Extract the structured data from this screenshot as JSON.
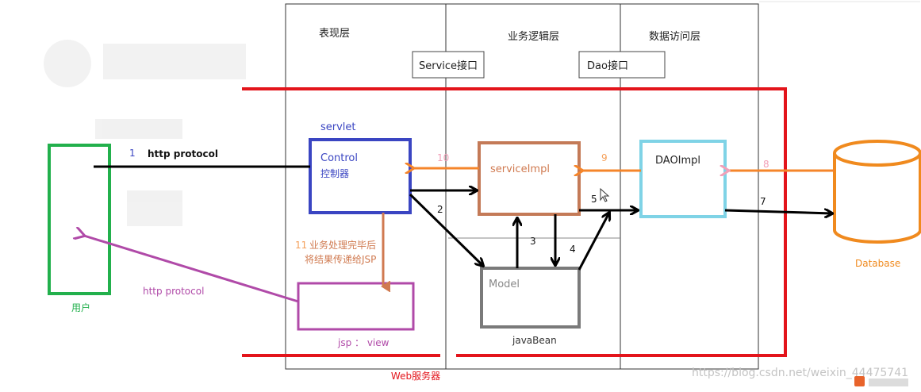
{
  "layers": {
    "presentation": "表现层",
    "business_logic": "业务逻辑层",
    "data_access": "数据访问层"
  },
  "interfaces": {
    "service": "Service接口",
    "dao": "Dao接口"
  },
  "components": {
    "servlet_label": "servlet",
    "control_title": "Control",
    "control_subtitle": "控制器",
    "service_impl": "serviceImpl",
    "dao_impl": "DAOImpl",
    "model": "Model",
    "java_bean": "javaBean",
    "jsp_view": "jsp ： view",
    "database": "Database",
    "user": "用户",
    "web_server": "Web服务器"
  },
  "flows": {
    "step_1": "1",
    "request_protocol": "http protocol",
    "step_2": "2",
    "step_3": "3",
    "step_4": "4",
    "step_5": "5",
    "step_7": "7",
    "step_8": "8",
    "step_9": "9",
    "step_10": "10",
    "step_11": "11",
    "step_11_line1": "业务处理完毕后",
    "step_11_line2": "将结果传递给JSP",
    "response_protocol": "http protocol"
  },
  "watermark": "https://blog.csdn.net/weixin_44475741",
  "colors": {
    "web_server_border": "#e3141b",
    "control_border": "#3a45c2",
    "service_border": "#c47a57",
    "dao_border": "#7fd3e6",
    "model_border": "#7a7a7a",
    "jsp_border": "#b04aa8",
    "user_border": "#22b04c",
    "database": "#f08a1e",
    "response_arrow": "#b04aa8",
    "orange_arrow": "#f5852a",
    "black_arrow": "#000000"
  }
}
